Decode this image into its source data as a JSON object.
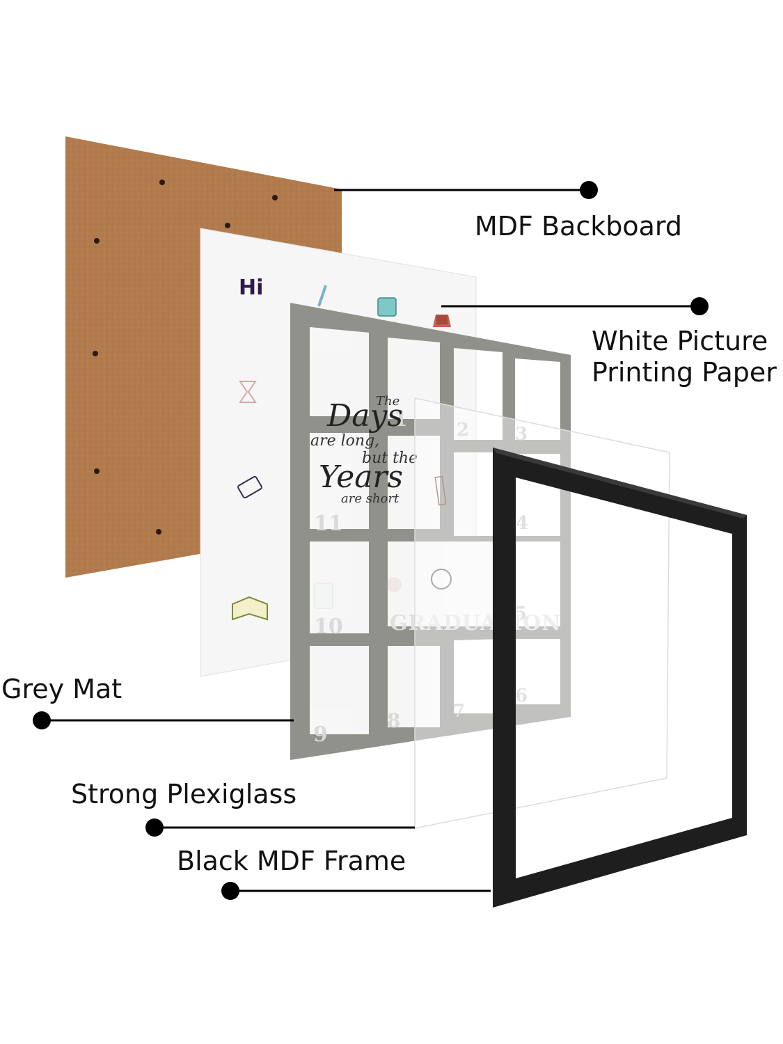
{
  "labels": {
    "backboard": "MDF Backboard",
    "paper_line1": "White Picture",
    "paper_line2": "Printing Paper",
    "mat": "Grey Mat",
    "plexiglass": "Strong Plexiglass",
    "frame": "Black MDF Frame"
  },
  "mat_text": {
    "numbers": [
      "1",
      "2",
      "3",
      "4",
      "5",
      "6",
      "7",
      "8",
      "9",
      "10",
      "11"
    ],
    "graduation": "GRADUATION",
    "quote": {
      "line1": "The",
      "line2": "Days",
      "line3": "are long,",
      "line4": "but the",
      "line5": "Years",
      "line6": "are short"
    }
  },
  "colors": {
    "backboard": "#b07a4c",
    "paper": "#f7f7f7",
    "mat": "#8f918a",
    "frame": "#1e1e1e",
    "callout": "#000000"
  },
  "icons": [
    "hi-sticker-icon",
    "pencil-icon",
    "abc-book-icon",
    "lamp-icon",
    "hourglass-icon",
    "eraser-icon",
    "open-book-icon",
    "calculator-icon",
    "apple-icon",
    "alarm-clock-icon",
    "ruler-icon"
  ]
}
